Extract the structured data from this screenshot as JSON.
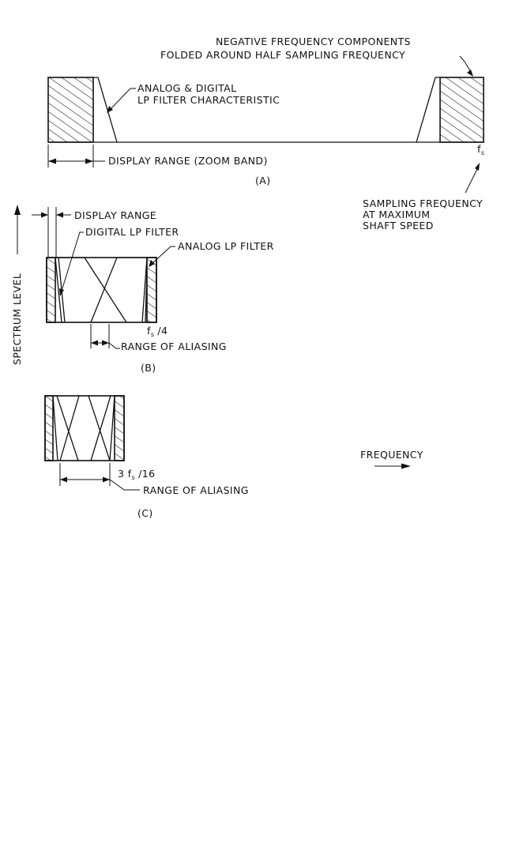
{
  "colors": {
    "ink": "#111111",
    "background": "#ffffff"
  },
  "labels": {
    "neg_freq_line1": "NEGATIVE FREQUENCY COMPONENTS",
    "neg_freq_line2": "FOLDED AROUND HALF SAMPLING FREQUENCY",
    "filter_char_line1": "ANALOG & DIGITAL",
    "filter_char_line2": "LP FILTER CHARACTERISTIC",
    "display_range_zoom": "DISPLAY RANGE (ZOOM BAND)",
    "fs_symbol": "f",
    "fs_sub": "s",
    "panel_a": "(A)",
    "sampling_line1": "SAMPLING FREQUENCY",
    "sampling_line2": "AT MAXIMUM",
    "sampling_line3": "SHAFT SPEED",
    "spectrum_level": "SPECTRUM LEVEL",
    "display_range": "DISPLAY RANGE",
    "digital_lp": "DIGITAL LP FILTER",
    "analog_lp": "ANALOG LP FILTER",
    "fs4_symbol": "f",
    "fs4_sub": "s",
    "fs4_tail": "/4",
    "range_alias_b": "RANGE OF ALIASING",
    "panel_b": "(B)",
    "fs16_pre": "3 f",
    "fs16_sub": "s",
    "fs16_tail": "/16",
    "range_alias_c": "RANGE OF ALIASING",
    "panel_c": "(C)",
    "frequency": "FREQUENCY"
  }
}
